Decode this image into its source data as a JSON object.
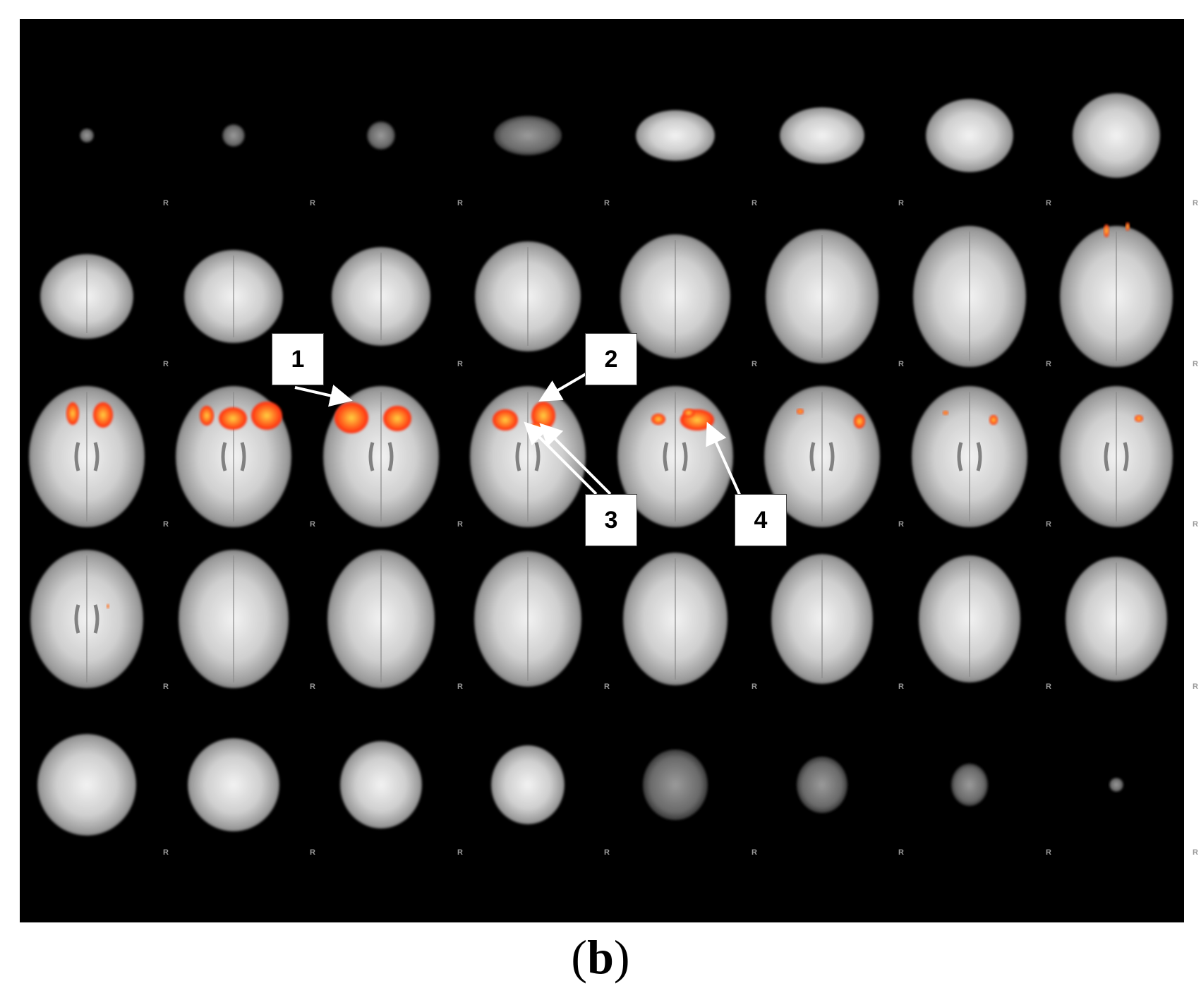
{
  "figure": {
    "caption_open": "(",
    "caption_letter": "b",
    "caption_close": ")",
    "orientation_marker": "R",
    "grid_rows": 5,
    "grid_cols": 8,
    "callouts": [
      {
        "id": "1",
        "label": "1"
      },
      {
        "id": "2",
        "label": "2"
      },
      {
        "id": "3",
        "label": "3"
      },
      {
        "id": "4",
        "label": "4"
      }
    ],
    "colors": {
      "background": "#000000",
      "activation_core": "#ffd040",
      "activation_edge": "#ff2a10",
      "tissue": "#d9d9d9"
    }
  }
}
